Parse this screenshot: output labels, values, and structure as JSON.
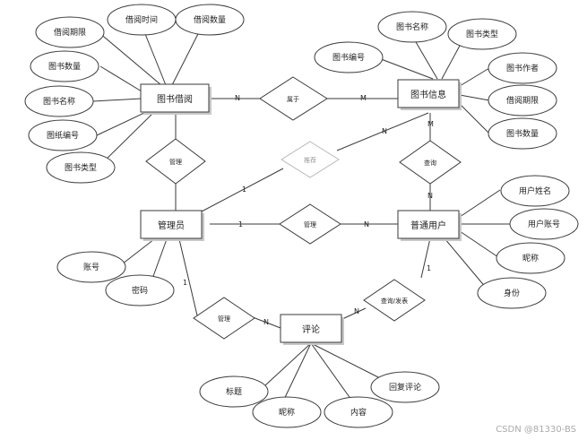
{
  "entities": {
    "borrow": "图书借阅",
    "book": "图书信息",
    "admin": "管理员",
    "user": "普通用户",
    "comment": "评论"
  },
  "relations": {
    "belongs": "属于",
    "manage_borrow": "管理",
    "recommend": "推荐",
    "query": "查询",
    "manage_user": "管理",
    "manage_comment": "管理",
    "query_post": "查询/发表"
  },
  "attributes": {
    "borrow": [
      "借阅期限",
      "借阅时间",
      "借阅数量",
      "图书数量",
      "图书名称",
      "图纸编号",
      "图书类型"
    ],
    "book": [
      "图书名称",
      "图书类型",
      "图书编号",
      "图书作者",
      "借阅期限",
      "图书数量"
    ],
    "admin": [
      "账号",
      "密码"
    ],
    "user": [
      "用户姓名",
      "用户账号",
      "昵称",
      "身份"
    ],
    "comment": [
      "标题",
      "昵称",
      "内容",
      "回复评论"
    ]
  },
  "cardinalities": {
    "borrow_belongs": "N",
    "belongs_book": "M",
    "book_recommend": "N",
    "recommend_admin": "1",
    "book_query": "M",
    "query_user": "N",
    "admin_manage": "1",
    "manage_user": "N",
    "admin_manage_comment": "1",
    "manage_comment": "N",
    "comment_query": "N",
    "query_user2": "1"
  },
  "watermark": "CSDN @81330-BS"
}
